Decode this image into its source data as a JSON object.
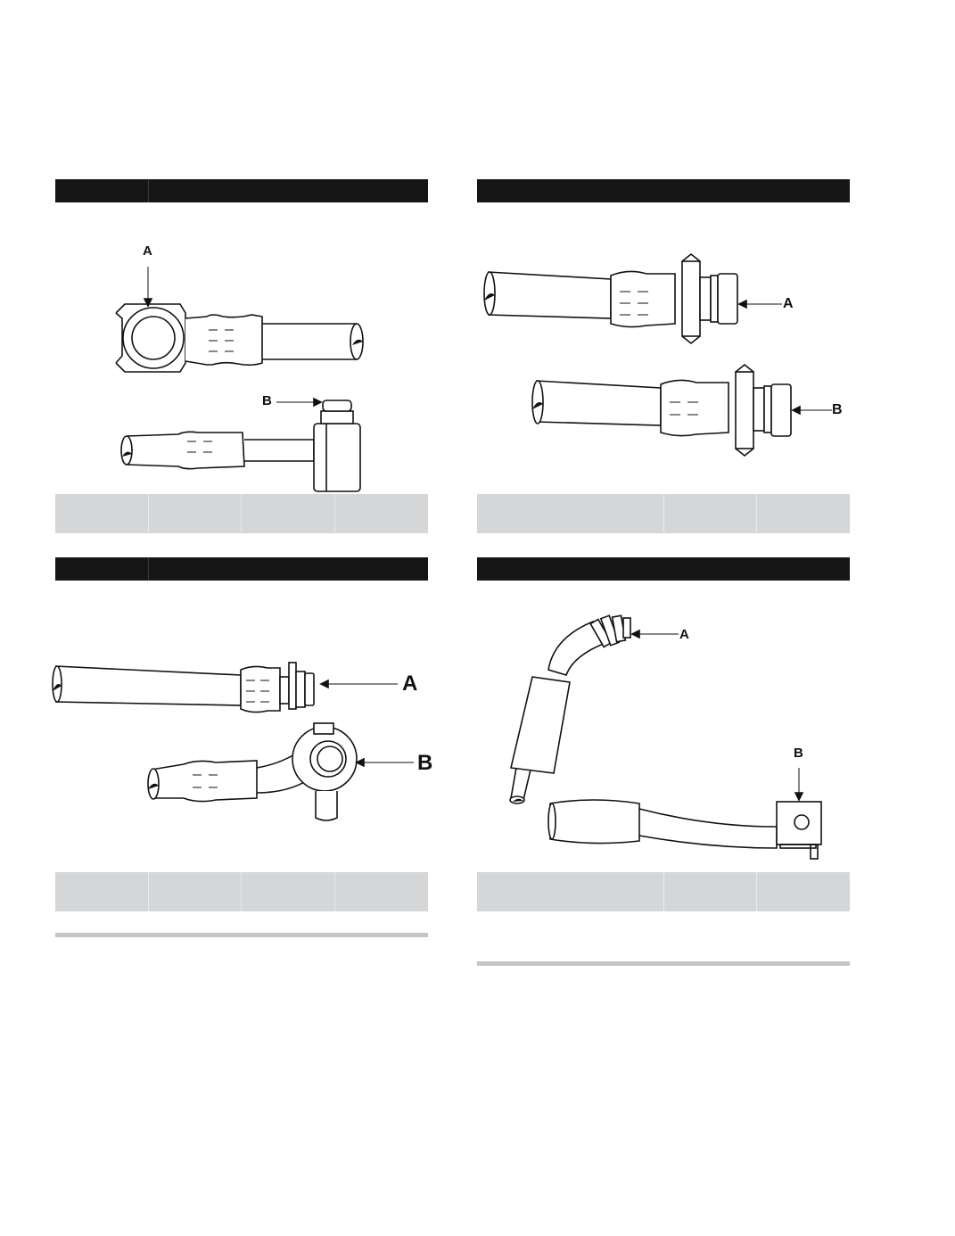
{
  "panels": [
    {
      "id": "top-left",
      "labels": {
        "a": "A",
        "b": "B"
      }
    },
    {
      "id": "top-right",
      "labels": {
        "a": "A",
        "b": "B"
      }
    },
    {
      "id": "bottom-left",
      "labels": {
        "a": "A",
        "b": "B"
      }
    },
    {
      "id": "bottom-right",
      "labels": {
        "a": "A",
        "b": "B"
      }
    }
  ]
}
